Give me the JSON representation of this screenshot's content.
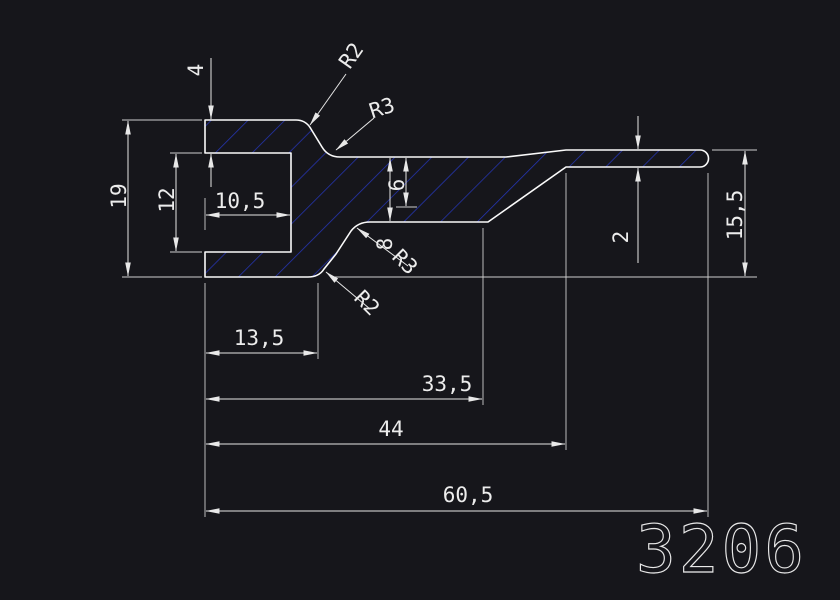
{
  "drawing": {
    "part_number": "3206",
    "colors": {
      "background": "#16161b",
      "lines": "#fafafa",
      "hatch": "#2535b5"
    },
    "dims": {
      "flange_thickness": "4",
      "total_height": "19",
      "slot_height": "12",
      "slot_depth": "10,5",
      "fork_width": "13,5",
      "width_to_step": "33,5",
      "width_to_tip": "44",
      "total_width": "60,5",
      "right_height": "15,5",
      "tip_thickness": "2",
      "web_a": "6",
      "web_b": "8"
    },
    "radii": {
      "top_outer": "R2",
      "top_inner": "R3",
      "bottom_inner": "R3",
      "bottom_outer": "R2"
    }
  }
}
